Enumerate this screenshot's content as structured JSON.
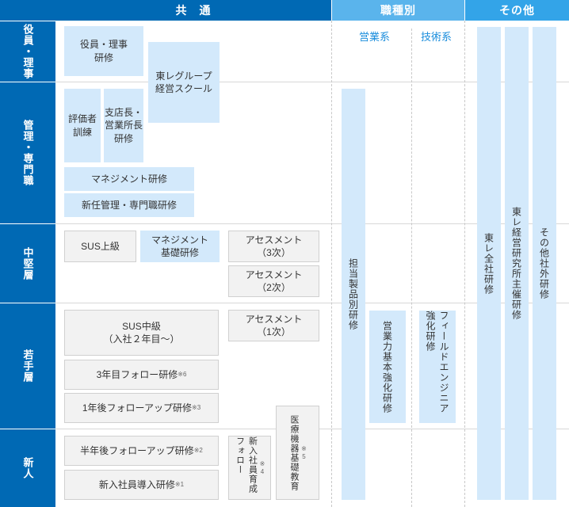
{
  "header": {
    "common": "共　通",
    "job_type": "職種別",
    "other": "その他"
  },
  "sub_headers": {
    "sales": "営業系",
    "tech": "技術系"
  },
  "rows": {
    "exec": "役員・理事",
    "mgmt": "管理・専門職",
    "mid": "中堅層",
    "young": "若手層",
    "new": "新人"
  },
  "programs": {
    "exec_training": "役員・理事\n研修",
    "group_school": "東レグループ\n経営スクール",
    "evaluator": "評価者\n訓練",
    "branch_mgr": "支店長・\n営業所長\n研修",
    "mgmt_training": "マネジメント研修",
    "new_mgr": "新任管理・専門職研修",
    "sus_upper": "SUS上級",
    "mgmt_basic": "マネジメント\n基礎研修",
    "assess3": "アセスメント\n（3次）",
    "assess2": "アセスメント\n（2次）",
    "assess1": "アセスメント\n（1次）",
    "sus_mid": "SUS中級\n（入社２年目〜）",
    "follow3y": "3年目フォロー研修",
    "follow1y": "1年後フォローアップ研修",
    "follow_half": "半年後フォローアップ研修",
    "intro": "新入社員導入研修",
    "newcomer_follow": "新入社員育成フォロー",
    "medical": "医療機器基礎教育",
    "product": "担当製品別研修",
    "sales_basic": "営業力基本強化研修",
    "field_eng": "フィールドエンジニア強化研修",
    "toray_all": "東レ全社研修",
    "toray_inst": "東レ経営研究所主催研修",
    "external": "その他社外研修"
  },
  "notes": {
    "follow3y": "※6",
    "follow1y": "※3",
    "follow_half": "※2",
    "intro": "※1",
    "newcomer_follow": "※4",
    "medical": "※5"
  }
}
